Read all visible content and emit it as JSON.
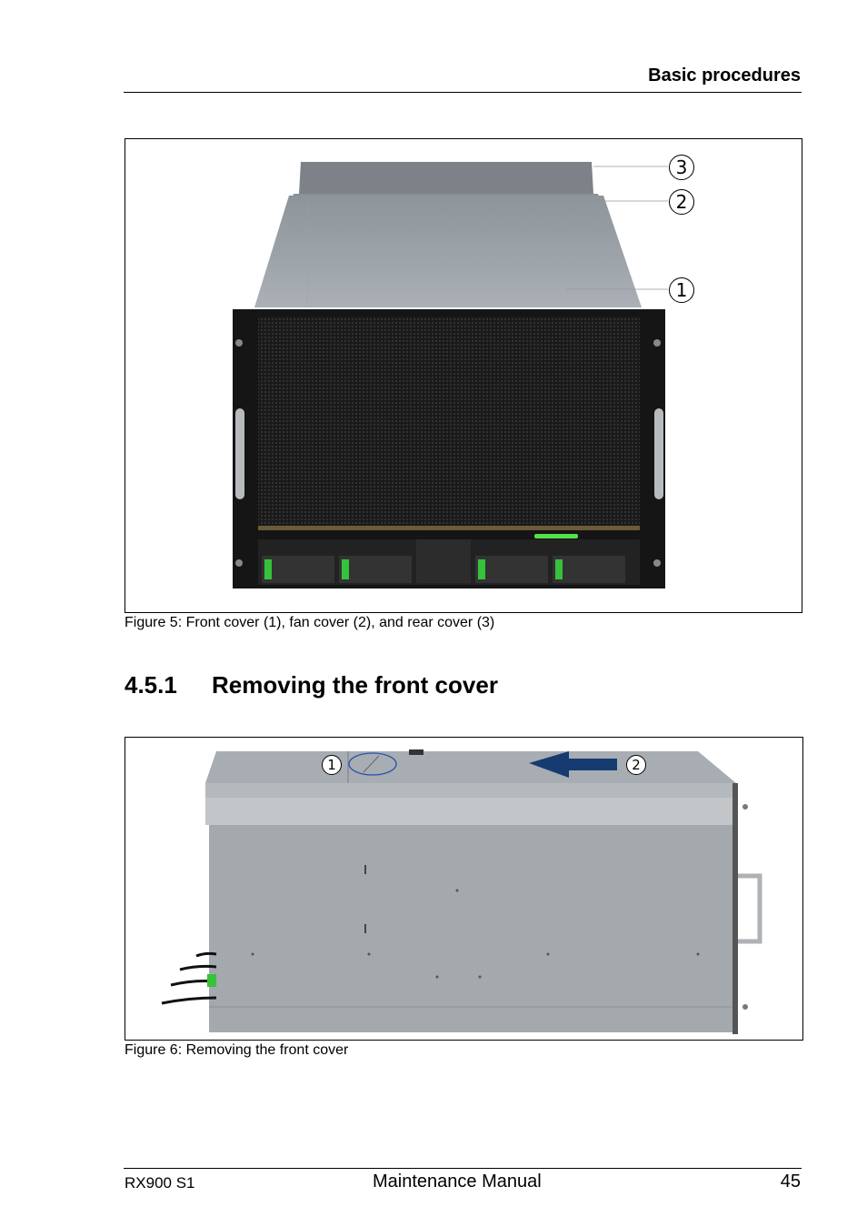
{
  "header": {
    "section_title": "Basic procedures"
  },
  "figure5": {
    "caption": "Figure 5: Front cover (1), fan cover (2), and rear cover (3)",
    "callouts": [
      "3",
      "2",
      "1"
    ]
  },
  "section": {
    "number": "4.5.1",
    "title": "Removing the front cover"
  },
  "figure6": {
    "caption": "Figure 6: Removing the front cover",
    "callouts": [
      "1",
      "2"
    ]
  },
  "footer": {
    "product": "RX900 S1",
    "document": "Maintenance Manual",
    "page": "45"
  }
}
